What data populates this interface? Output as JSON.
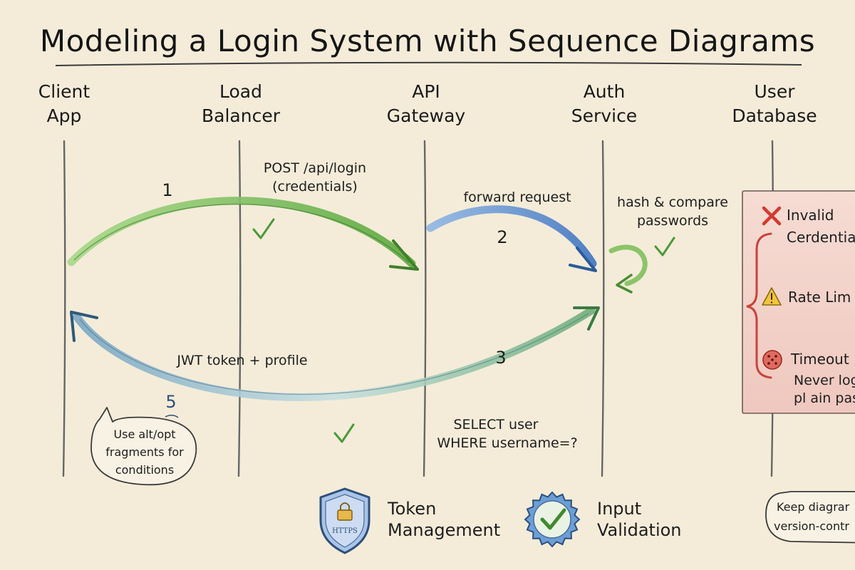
{
  "title": "Modeling a Login System with Sequence Diagrams",
  "actors": [
    {
      "line1": "Client",
      "line2": "App"
    },
    {
      "line1": "Load",
      "line2": "Balancer"
    },
    {
      "line1": "API",
      "line2": "Gateway"
    },
    {
      "line1": "Auth",
      "line2": "Service"
    },
    {
      "line1": "User",
      "line2": "Database"
    }
  ],
  "messages": {
    "step1_number": "1",
    "step1_line1": "POST /api/login",
    "step1_line2": "(credentials)",
    "step2_number": "2",
    "step2_label": "forward request",
    "self_line1": "hash & compare",
    "self_line2": "passwords",
    "step3_number": "3",
    "step3_line1": "SELECT user",
    "step3_line2": "WHERE username=?",
    "step5_number": "5",
    "step5_label": "JWT token + profile"
  },
  "note": {
    "line1": "Use alt/opt",
    "line2": "fragments for",
    "line3": "conditions"
  },
  "errors": {
    "invalid_line1": "Invalid",
    "invalid_line2": "Cerdentia",
    "rate_limit": "Rate Lim",
    "timeout": "Timeout",
    "warning_line1": "Never log",
    "warning_line2": "pl ain pas"
  },
  "legend": {
    "token_line1": "Token",
    "token_line2": "Management",
    "shield_badge": "HTTPS",
    "input_line1": "Input",
    "input_line2": "Validation"
  },
  "tip": {
    "line1": "Keep diagrar",
    "line2": "version-contr"
  },
  "colors": {
    "request_arrow": "#7cbf5a",
    "forward_arrow": "#5b8fd0",
    "return_arrow": "#6f9fc0",
    "error_panel": "#f3d6cf",
    "error_border": "#d96a5a",
    "check": "#4a9a3a"
  }
}
